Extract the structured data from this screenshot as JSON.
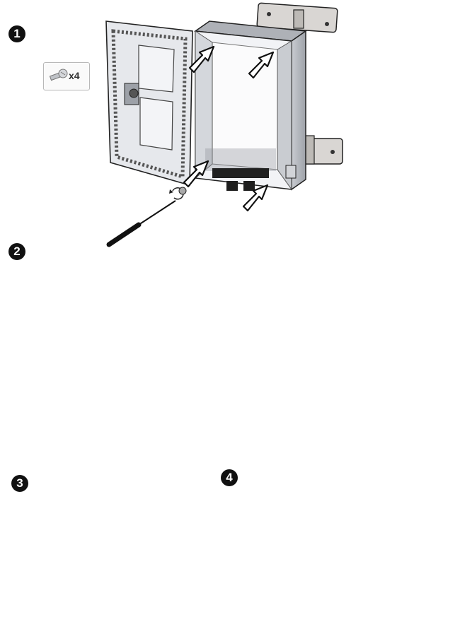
{
  "steps": [
    {
      "number": "1"
    },
    {
      "number": "2"
    },
    {
      "number": "3"
    },
    {
      "number": "4"
    }
  ],
  "screw_label": {
    "quantity": "x4",
    "icon": "screw-icon"
  },
  "icons": [
    "rotate-arrow-icon",
    "screwdriver-icon",
    "flip-arrow-icon",
    "insert-arrow-icon"
  ],
  "colors": {
    "enclosure_light": "#eef0f3",
    "enclosure_side": "#b9bcc2",
    "enclosure_dark": "#6f737a",
    "bracket": "#d6d3d0",
    "pipe": "#4b4b4b",
    "outline": "#222222"
  }
}
